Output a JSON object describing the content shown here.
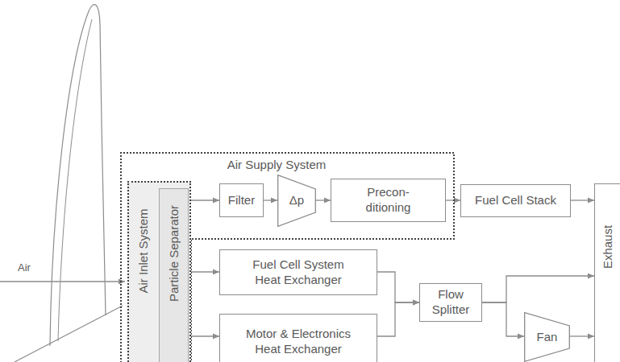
{
  "diagram": {
    "nodes": [
      {
        "text": [
          "Air Supply System"
        ]
      },
      {
        "text": [
          "Air Inlet System"
        ],
        "in": 0
      },
      {
        "text": [
          "Particle Separator"
        ],
        "in": 1
      },
      {
        "text": [
          "Filter"
        ],
        "in": 0
      },
      {
        "text": [
          "Δp"
        ],
        "in": 0
      },
      {
        "text": [
          "Precon- ditioning"
        ],
        "in": 0
      },
      {
        "text": [
          "Fuel Cell Stack"
        ]
      },
      {
        "text": [
          "Exhaust"
        ]
      },
      {
        "text": [
          "Fuel Cell System Heat Exchanger"
        ]
      },
      {
        "text": [
          "Motor & Electronics Heat Exchanger"
        ]
      },
      {
        "text": [
          "Flow Splitter"
        ]
      },
      {
        "text": [
          "Fan"
        ]
      }
    ],
    "edges": [
      {
        "from": 2,
        "to": 3,
        "arrow": "to"
      },
      {
        "from": 3,
        "to": 4,
        "arrow": "to"
      },
      {
        "from": 4,
        "to": 5,
        "arrow": "to"
      },
      {
        "from": 5,
        "to": 6,
        "arrow": "to"
      },
      {
        "from": 6,
        "to": 7,
        "arrow": "to"
      },
      {
        "from": 2,
        "to": 8,
        "arrow": "to"
      },
      {
        "from": 2,
        "to": 9,
        "arrow": "to"
      },
      {
        "from": 8,
        "to": 10,
        "arrow": "to"
      },
      {
        "from": 9,
        "to": 10,
        "arrow": "to"
      },
      {
        "from": 10,
        "to": 7,
        "arrow": "to"
      },
      {
        "from": 10,
        "to": 11,
        "arrow": "to"
      },
      {
        "from": 11,
        "to": 7,
        "arrow": "to"
      }
    ],
    "labels": [
      "Air"
    ]
  }
}
